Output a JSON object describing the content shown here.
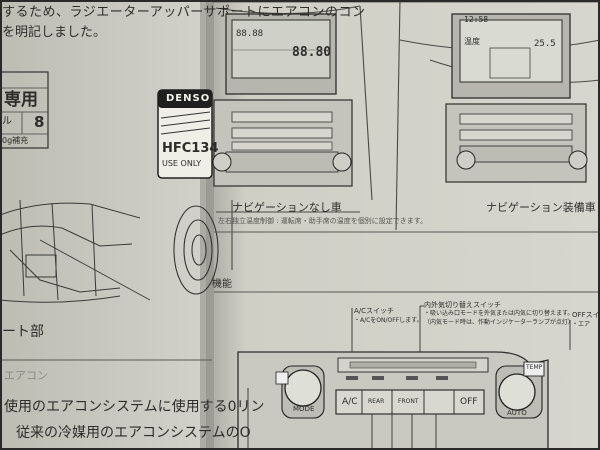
{
  "left_page": {
    "top_text_line": "するため、ラジエーターアッパーサポートにエアコンのコン",
    "top_text_line_2": "を明記しました。",
    "refrigerant_label": {
      "line1": "専用",
      "line2": "ル",
      "code": "8",
      "sub": "0g補充"
    },
    "denso_tag": {
      "brand": "DENSO",
      "refrigerant": "HFC134",
      "use_note": "USE ONLY"
    },
    "figure_caption": "ート部",
    "section_heading": "エアコン",
    "body_line_1": "使用のエアコンシステムに使用する0リン",
    "body_line_2": "従来の冷媒用のエアコンシステムのO"
  },
  "right_page": {
    "panel_no_nav": {
      "caption": "ナビゲーションなし車",
      "lcd_numbers": [
        "88.88",
        "88.80"
      ]
    },
    "panel_with_nav": {
      "caption": "ナビゲーション装備車",
      "screen_time": "12:58",
      "screen_temp": "25.5",
      "screen_label": "温度"
    },
    "note_line": "左右独立温度制御 : 運転席・助手席の温度を個別に設定できます。",
    "section_label": "機能",
    "callouts": {
      "ac_switch": "A/Cスイッチ",
      "ac_switch_sub": "・A/CをON/OFFします。",
      "intake_switch": "内外気切り替えスイッチ",
      "intake_sub_1": "・吸い込み口モードを外気または内気に切り替えます。",
      "intake_sub_2": "（内気モード時は、作動インジケーターランプが点灯）",
      "off_switch": "OFFスイ",
      "off_sub": "・エア"
    },
    "buttons": {
      "mode": "MODE",
      "ac": "A/C",
      "rear": "REAR",
      "front": "FRONT",
      "off": "OFF",
      "auto": "AUTO",
      "temp": "TEMP"
    }
  }
}
